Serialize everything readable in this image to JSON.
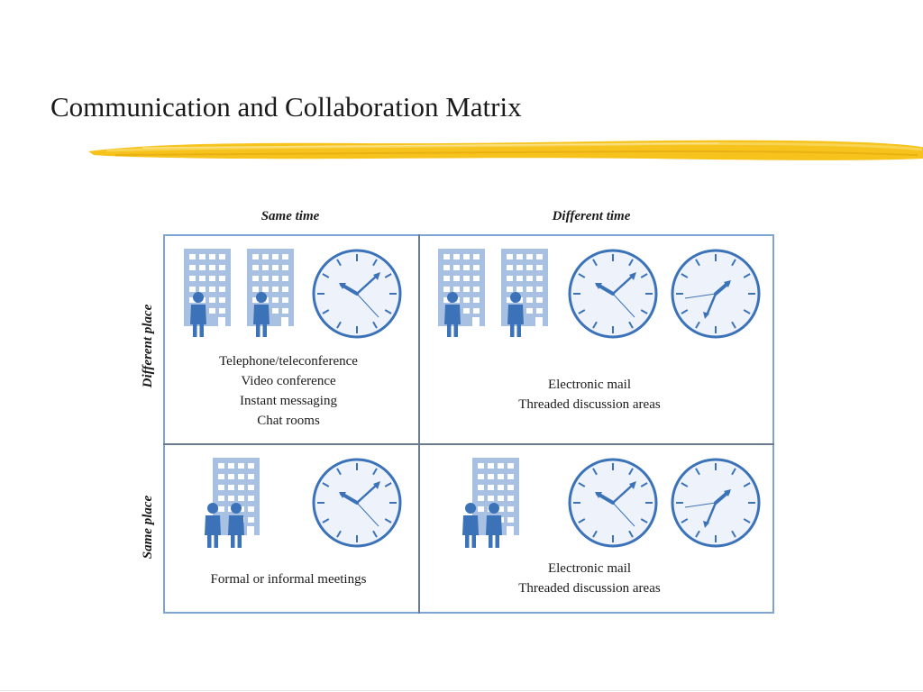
{
  "slide": {
    "title": "Communication and Collaboration Matrix"
  },
  "matrix": {
    "columns": [
      "Same time",
      "Different time"
    ],
    "rows": [
      "Different place",
      "Same place"
    ],
    "cells": {
      "different_place_same_time": [
        "Telephone/teleconference",
        "Video conference",
        "Instant messaging",
        "Chat rooms"
      ],
      "different_place_different_time": [
        "Electronic mail",
        "Threaded discussion areas"
      ],
      "same_place_same_time": [
        "Formal or informal meetings"
      ],
      "same_place_different_time": [
        "Electronic mail",
        "Threaded discussion areas"
      ]
    }
  },
  "colors": {
    "accent_blue": "#3c72b8",
    "light_blue": "#a8c0e2",
    "clock_face": "#eef3fb",
    "highlight_yellow": "#f6c21c"
  }
}
